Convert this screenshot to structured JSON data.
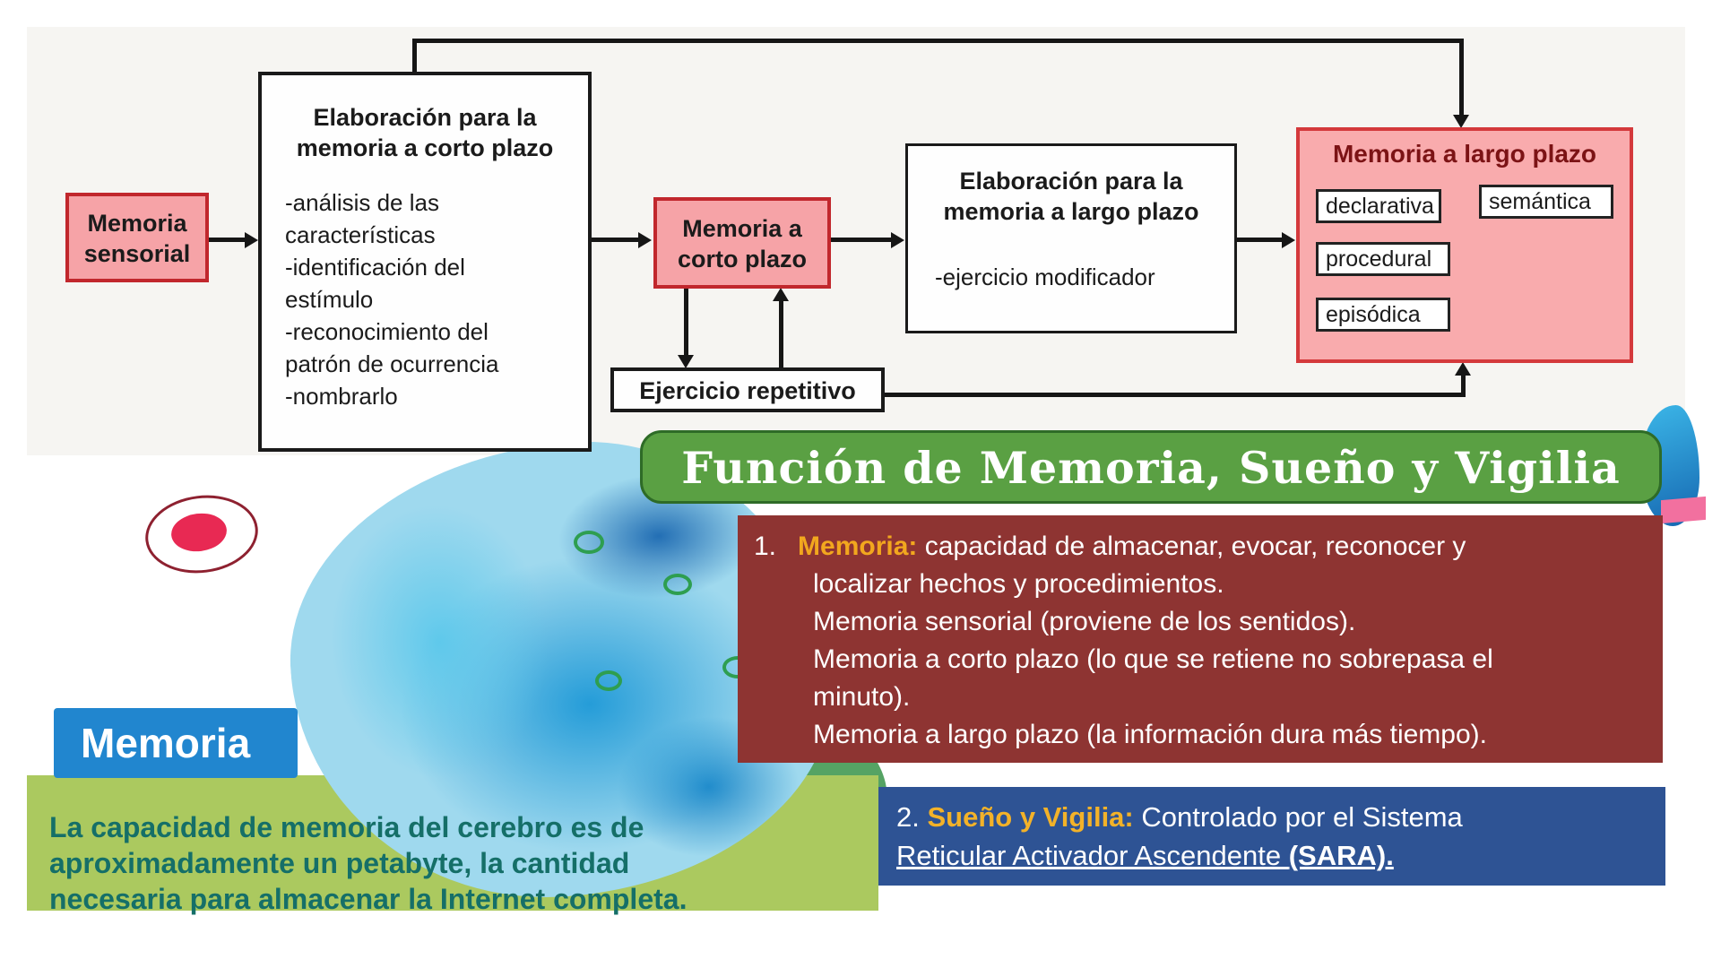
{
  "slide": {
    "flowchart": {
      "sensorial": "Memoria\nsensorial",
      "elaboracion_corto": {
        "title": "Elaboración para la\nmemoria a corto plazo",
        "items": "-análisis de las\n características\n-identificación del\n estímulo\n-reconocimiento del\n patrón de ocurrencia\n-nombrarlo"
      },
      "corto": "Memoria a\ncorto plazo",
      "elaboracion_largo": {
        "title": "Elaboración para la\nmemoria a largo plazo",
        "items": "-ejercicio modificador"
      },
      "ejercicio": "Ejercicio repetitivo",
      "largo": {
        "title": "Memoria a largo plazo",
        "types": [
          "declarativa",
          "semántica",
          "procedural",
          "episódica"
        ]
      }
    },
    "banner": "Función de Memoria, Sueño y Vigilia",
    "memoria_item": {
      "number": "1.",
      "label": "Memoria:",
      "line1": "capacidad de almacenar, evocar, reconocer y",
      "rest": "localizar hechos y procedimientos.\nMemoria sensorial (proviene de los sentidos).\nMemoria a corto plazo (lo que se retiene no sobrepasa el\nminuto).\nMemoria a largo plazo (la información dura más tiempo)."
    },
    "sueno_item": {
      "number": "2.",
      "label": "Sueño y Vigilia:",
      "line1": "Controlado por el Sistema",
      "line2_underline": "Reticular Activador Ascendente ",
      "line2_bold": "(SARA)."
    },
    "memoria_card": {
      "title": "Memoria",
      "caption": "La capacidad de memoria del cerebro es de\naproximadamente un petabyte, la cantidad\nnecesaria para almacenar la Internet completa."
    },
    "colors": {
      "pink_box_fill": "#f6a3a7",
      "pink_box_border": "#c1272d",
      "largo_title_red": "#7c1315",
      "banner_green": "#5aa043",
      "panel_maroon": "#8e3432",
      "panel_blue": "#2e5394",
      "highlight_orange": "#f2a71e",
      "highlight_yellow": "#f3b229",
      "band_green": "#abc95f",
      "caption_teal": "#156f68",
      "memoria_card_blue": "#2186cf",
      "brain_blue": "#1e99d7",
      "ribbon_pink": "#f2709f"
    }
  }
}
